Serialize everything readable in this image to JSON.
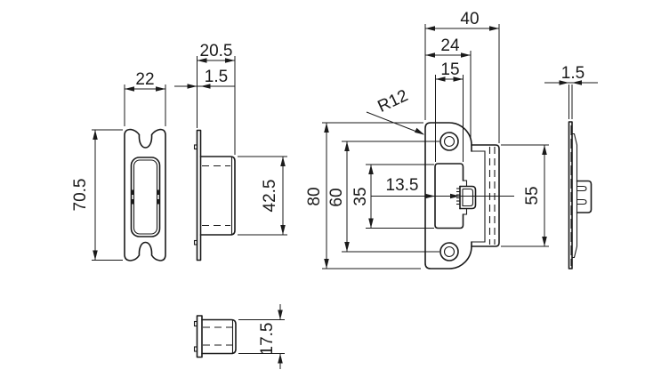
{
  "drawing": {
    "type": "technical-drawing",
    "subject": "magnetic latch lock with striker plate - dimensioned views",
    "colors": {
      "line": "#1a1a1a",
      "background": "#ffffff"
    },
    "dimensions": {
      "left_view_width": "22",
      "left_view_height": "70.5",
      "side_view_depth": "20.5",
      "side_view_plate_thickness": "1.5",
      "side_view_body_height": "42.5",
      "bottom_view_body_height": "17.5",
      "main_view_width": "40",
      "main_view_flange_width": "24",
      "main_view_opening_width": "15",
      "main_view_corner_radius": "R12",
      "main_view_height": "80",
      "main_view_hole_spacing": "60",
      "main_view_opening_height": "35",
      "main_view_latch_offset": "13.5",
      "main_view_body_height": "55",
      "right_view_plate_thickness": "1.5"
    }
  }
}
